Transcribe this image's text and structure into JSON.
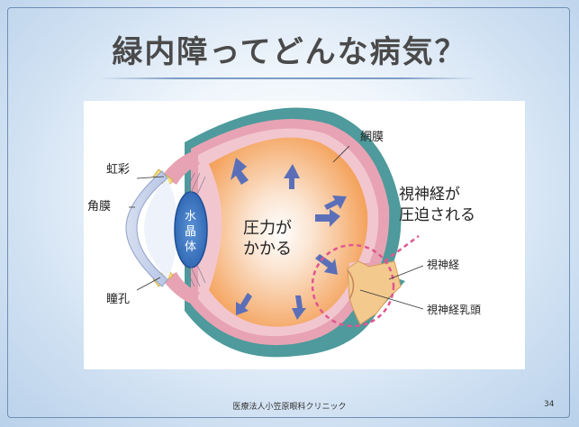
{
  "slide": {
    "title": "緑内障ってどんな病気？",
    "footer": "医療法人小笠原眼科クリニック",
    "page_number": "34"
  },
  "diagram": {
    "labels": {
      "iris": "虹彩",
      "cornea": "角膜",
      "pupil": "瞳孔",
      "lens_line1": "水",
      "lens_line2": "晶",
      "lens_line3": "体",
      "retina": "網膜",
      "pressure_line1": "圧力が",
      "pressure_line2": "かかる",
      "compression_line1": "視神経が",
      "compression_line2": "圧迫される",
      "optic_nerve": "視神経",
      "optic_disc": "視神経乳頭"
    },
    "colors": {
      "sclera": "#4e9a9c",
      "choroid": "#e7a3b3",
      "vitreous": "#f6a85c",
      "lens": "#2f6fc0",
      "arrow": "#5b6fb8",
      "dashed_circle": "#e0568f",
      "optic_nerve": "#f3c98e"
    }
  }
}
